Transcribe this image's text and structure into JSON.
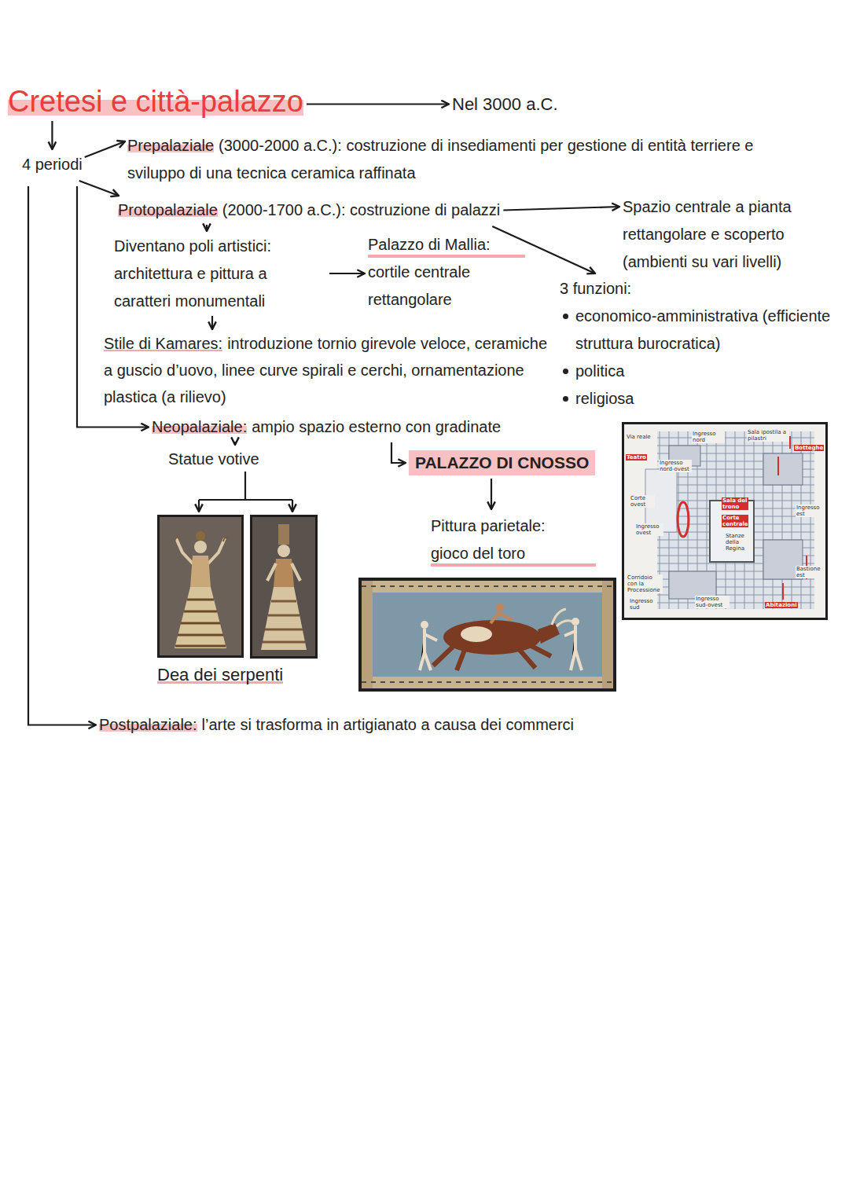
{
  "diagram": {
    "nodes": [
      {
        "text": [
          "Cretesi e città-palazzo"
        ]
      },
      {
        "text": [
          "Nel 3000 a.C."
        ]
      },
      {
        "text": [
          "4 periodi"
        ]
      },
      {
        "text": [
          "Prepalaziale",
          "(3000-2000 a.C.): costruzione di insediamenti per gestione di entità terriere e sviluppo di una tecnica ceramica raffinata"
        ]
      },
      {
        "text": [
          "Protopalaziale",
          "(2000-1700 a.C.): costruzione di palazzi"
        ]
      },
      {
        "text": [
          "Spazio centrale a pianta rettangolare e scoperto (ambienti su vari livelli)"
        ]
      },
      {
        "text": [
          "3 funzioni:",
          "economico-amministrativa (efficiente struttura burocratica)",
          "politica",
          "religiosa"
        ]
      },
      {
        "text": [
          "Diventano poli artistici: architettura e pittura a caratteri monumentali"
        ]
      },
      {
        "text": [
          "Palazzo di Mallia:",
          "cortile centrale rettangolare"
        ]
      },
      {
        "text": [
          "Stile di Kamares:",
          "introduzione tornio girevole veloce, ceramiche a guscio d’uovo, linee curve spirali e cerchi, ornamentazione plastica (a rilievo)"
        ]
      },
      {
        "text": [
          "Neopalaziale:",
          "ampio spazio esterno con gradinate"
        ]
      },
      {
        "text": [
          "Statue votive"
        ]
      },
      {
        "text": [
          "PALAZZO DI CNOSSO"
        ]
      },
      {
        "text": [
          "Pittura parietale:",
          "gioco del toro"
        ]
      },
      {
        "text": [
          "Dea dei serpenti"
        ]
      },
      {
        "text": [
          "Postpalaziale:",
          "l’arte si trasforma in artigianato a causa dei commerci"
        ]
      }
    ],
    "edges": [
      {
        "from": 0,
        "to": 1,
        "arrow": "to"
      },
      {
        "from": 0,
        "to": 2,
        "arrow": "to"
      },
      {
        "from": 2,
        "to": 3,
        "arrow": "to"
      },
      {
        "from": 2,
        "to": 4,
        "arrow": "to"
      },
      {
        "from": 2,
        "to": 10,
        "arrow": "to"
      },
      {
        "from": 2,
        "to": 15,
        "arrow": "to"
      },
      {
        "from": 4,
        "to": 7,
        "arrow": "to"
      },
      {
        "from": 4,
        "to": 5,
        "arrow": "to"
      },
      {
        "from": 4,
        "to": 6,
        "arrow": "to"
      },
      {
        "from": 7,
        "to": 8,
        "arrow": "to"
      },
      {
        "from": 7,
        "to": 9,
        "arrow": "to"
      },
      {
        "from": 10,
        "to": 11,
        "arrow": "to"
      },
      {
        "from": 10,
        "to": 12,
        "arrow": "to"
      },
      {
        "from": 12,
        "to": 13,
        "arrow": "to"
      }
    ],
    "labels": [
      "Via reale",
      "Teatro",
      "Ingresso nord",
      "Ingresso nord-ovest",
      "Sala ipostila a pilastri",
      "Botteghe",
      "Corte ovest",
      "Sala del trono",
      "Corte centrale",
      "Ingresso est",
      "Ingresso ovest",
      "Stanze della Regina",
      "Corridoio con la Processione",
      "Ingresso sud",
      "Ingresso sud-ovest",
      "Bastione est",
      "Abitazioni"
    ]
  }
}
